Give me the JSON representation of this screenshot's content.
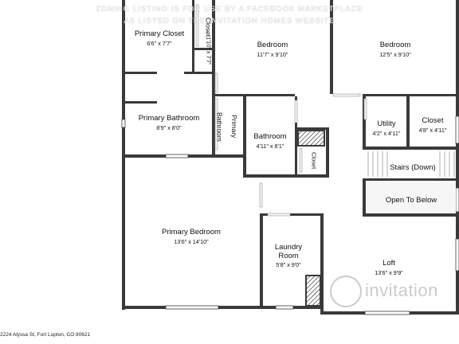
{
  "watermark": {
    "line1": "ZONING LISTING IS FOR USE BY A FACEBOOK MARKETPLACE",
    "line2": "AS LISTED ON THE INVITATION HOMES WEBSITE",
    "brand": "invitation"
  },
  "address": "2224 Alyssa St, Fort Lupton, CO 80621",
  "rooms": [
    {
      "name": "Primary Closet",
      "dims": "6'6\" x 7'7\""
    },
    {
      "name": "Closet",
      "dims": "1'10\" x 7'7\""
    },
    {
      "name": "Bedroom",
      "dims": "11'7\" x 9'10\""
    },
    {
      "name": "Bedroom",
      "dims": "12'5\" x 9'10\""
    },
    {
      "name": "Primary Bathroom",
      "dims": "8'9\" x 8'0\""
    },
    {
      "name": "Primary Bathroom",
      "dims": ""
    },
    {
      "name": "Bathroom",
      "dims": "4'11\" x 8'1\""
    },
    {
      "name": "Closet",
      "dims": ""
    },
    {
      "name": "Utility",
      "dims": "4'2\" x 4'11\""
    },
    {
      "name": "Closet",
      "dims": "4'8\" x 4'11\""
    },
    {
      "name": "Stairs (Down)",
      "dims": ""
    },
    {
      "name": "Open To Below",
      "dims": ""
    },
    {
      "name": "Primary Bedroom",
      "dims": "13'6\" x 14'10\""
    },
    {
      "name": "Laundry Room",
      "dims": "5'8\" x 9'0\""
    },
    {
      "name": "Loft",
      "dims": "13'6\" x 9'9\""
    }
  ]
}
